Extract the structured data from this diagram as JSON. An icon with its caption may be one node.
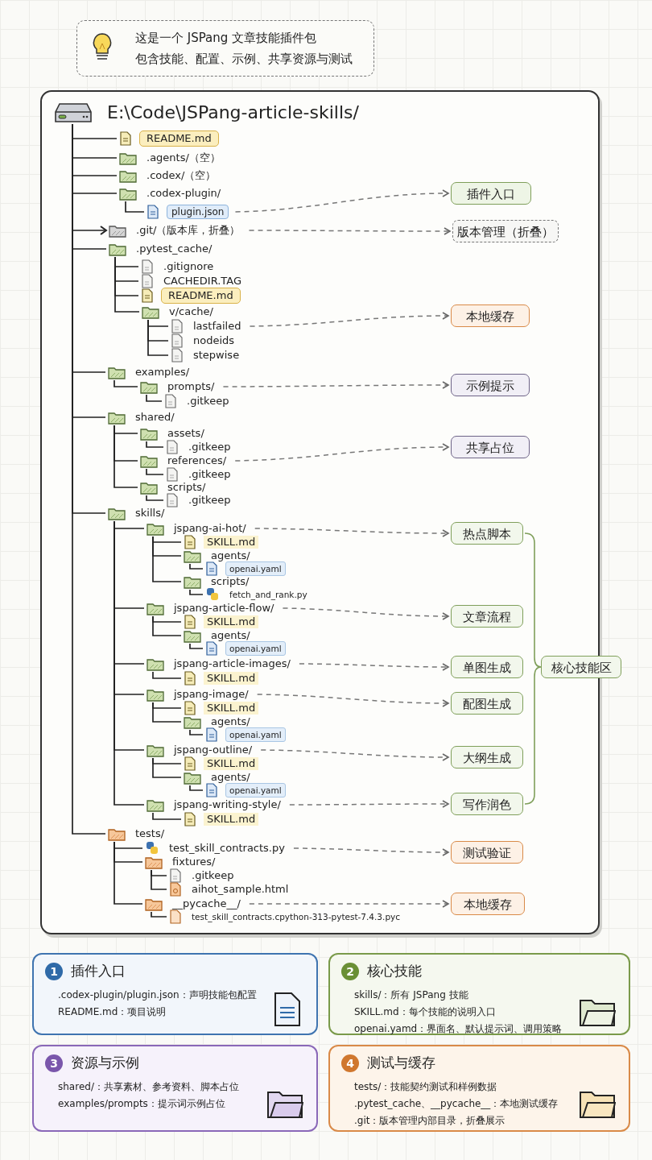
{
  "diagram": {
    "nodes": [
      {
        "text": [
          "这是一个 JSPang 文章技能插件包",
          "包含技能、配置、示例、共享资源与测试"
        ]
      },
      {
        "text": [
          "E:\\Code\\JSPang-article-skills/"
        ]
      },
      {
        "text": [
          "README.md"
        ]
      },
      {
        "text": [
          ".agents/（空）"
        ]
      },
      {
        "text": [
          ".codex/（空）"
        ]
      },
      {
        "text": [
          ".codex-plugin/"
        ]
      },
      {
        "text": [
          "plugin.json"
        ]
      },
      {
        "text": [
          ".git/（版本库，折叠）"
        ]
      },
      {
        "text": [
          ".pytest_cache/"
        ]
      },
      {
        "text": [
          ".gitignore"
        ]
      },
      {
        "text": [
          "CACHEDIR.TAG"
        ]
      },
      {
        "text": [
          "README.md"
        ]
      },
      {
        "text": [
          "v/cache/"
        ]
      },
      {
        "text": [
          "lastfailed"
        ]
      },
      {
        "text": [
          "nodeids"
        ]
      },
      {
        "text": [
          "stepwise"
        ]
      },
      {
        "text": [
          "examples/"
        ]
      },
      {
        "text": [
          "prompts/"
        ]
      },
      {
        "text": [
          ".gitkeep"
        ]
      },
      {
        "text": [
          "shared/"
        ]
      },
      {
        "text": [
          "assets/"
        ]
      },
      {
        "text": [
          ".gitkeep"
        ]
      },
      {
        "text": [
          "references/"
        ]
      },
      {
        "text": [
          ".gitkeep"
        ]
      },
      {
        "text": [
          "scripts/"
        ]
      },
      {
        "text": [
          ".gitkeep"
        ]
      },
      {
        "text": [
          "skills/"
        ]
      },
      {
        "text": [
          "jspang-ai-hot/"
        ]
      },
      {
        "text": [
          "SKILL.md"
        ]
      },
      {
        "text": [
          "agents/"
        ]
      },
      {
        "text": [
          "openai.yaml"
        ]
      },
      {
        "text": [
          "scripts/"
        ]
      },
      {
        "text": [
          "fetch_and_rank.py"
        ]
      },
      {
        "text": [
          "jspang-article-flow/"
        ]
      },
      {
        "text": [
          "SKILL.md"
        ]
      },
      {
        "text": [
          "agents/"
        ]
      },
      {
        "text": [
          "openai.yaml"
        ]
      },
      {
        "text": [
          "jspang-article-images/"
        ]
      },
      {
        "text": [
          "SKILL.md"
        ]
      },
      {
        "text": [
          "jspang-image/"
        ]
      },
      {
        "text": [
          "SKILL.md"
        ]
      },
      {
        "text": [
          "agents/"
        ]
      },
      {
        "text": [
          "openai.yaml"
        ]
      },
      {
        "text": [
          "jspang-outline/"
        ]
      },
      {
        "text": [
          "SKILL.md"
        ]
      },
      {
        "text": [
          "agents/"
        ]
      },
      {
        "text": [
          "openai.yaml"
        ]
      },
      {
        "text": [
          "jspang-writing-style/"
        ]
      },
      {
        "text": [
          "SKILL.md"
        ]
      },
      {
        "text": [
          "tests/"
        ]
      },
      {
        "text": [
          "test_skill_contracts.py"
        ]
      },
      {
        "text": [
          "fixtures/"
        ]
      },
      {
        "text": [
          ".gitkeep"
        ]
      },
      {
        "text": [
          "aihot_sample.html"
        ]
      },
      {
        "text": [
          "__pycache__/"
        ]
      },
      {
        "text": [
          "test_skill_contracts.cpython-313-pytest-7.4.3.pyc"
        ]
      },
      {
        "text": [
          "插件入口"
        ]
      },
      {
        "text": [
          "版本管理（折叠）"
        ]
      },
      {
        "text": [
          "本地缓存"
        ]
      },
      {
        "text": [
          "示例提示"
        ]
      },
      {
        "text": [
          "共享占位"
        ]
      },
      {
        "text": [
          "热点脚本"
        ]
      },
      {
        "text": [
          "文章流程"
        ]
      },
      {
        "text": [
          "单图生成"
        ]
      },
      {
        "text": [
          "配图生成"
        ]
      },
      {
        "text": [
          "大纲生成"
        ]
      },
      {
        "text": [
          "写作润色"
        ]
      },
      {
        "text": [
          "核心技能区"
        ]
      },
      {
        "text": [
          "测试验证"
        ]
      },
      {
        "text": [
          "本地缓存"
        ]
      },
      {
        "text": [
          "1",
          "插件入口",
          ".codex-plugin/plugin.json：声明技能包配置",
          "README.md：项目说明"
        ]
      },
      {
        "text": [
          "2",
          "核心技能",
          "skills/：所有 JSPang 技能",
          "SKILL.md：每个技能的说明入口",
          "openai.yamd：界面名、默认提示词、调用策略"
        ]
      },
      {
        "text": [
          "3",
          "资源与示例",
          "shared/：共享素材、参考资料、脚本占位",
          "examples/prompts：提示词示例占位"
        ]
      },
      {
        "text": [
          "4",
          "测试与缓存",
          "tests/：技能契约测试和样例数据",
          ".pytest_cache、__pycache__：本地测试缓存",
          ".git：版本管理内部目录，折叠展示"
        ]
      }
    ],
    "edges": [
      {
        "from": 1,
        "to": 2,
        "arrow": "none"
      },
      {
        "from": 1,
        "to": 3,
        "arrow": "none"
      },
      {
        "from": 1,
        "to": 4,
        "arrow": "none"
      },
      {
        "from": 1,
        "to": 5,
        "arrow": "none"
      },
      {
        "from": 5,
        "to": 6,
        "arrow": "none"
      },
      {
        "from": 1,
        "to": 7,
        "arrow": "to"
      },
      {
        "from": 1,
        "to": 8,
        "arrow": "none"
      },
      {
        "from": 8,
        "to": 9,
        "arrow": "none"
      },
      {
        "from": 8,
        "to": 10,
        "arrow": "none"
      },
      {
        "from": 8,
        "to": 11,
        "arrow": "none"
      },
      {
        "from": 8,
        "to": 12,
        "arrow": "none"
      },
      {
        "from": 12,
        "to": 13,
        "arrow": "none"
      },
      {
        "from": 12,
        "to": 14,
        "arrow": "none"
      },
      {
        "from": 12,
        "to": 15,
        "arrow": "none"
      },
      {
        "from": 1,
        "to": 16,
        "arrow": "none"
      },
      {
        "from": 16,
        "to": 17,
        "arrow": "none"
      },
      {
        "from": 17,
        "to": 18,
        "arrow": "none"
      },
      {
        "from": 1,
        "to": 19,
        "arrow": "none"
      },
      {
        "from": 19,
        "to": 20,
        "arrow": "none"
      },
      {
        "from": 20,
        "to": 21,
        "arrow": "none"
      },
      {
        "from": 19,
        "to": 22,
        "arrow": "none"
      },
      {
        "from": 22,
        "to": 23,
        "arrow": "none"
      },
      {
        "from": 19,
        "to": 24,
        "arrow": "none"
      },
      {
        "from": 24,
        "to": 25,
        "arrow": "none"
      },
      {
        "from": 1,
        "to": 26,
        "arrow": "none"
      },
      {
        "from": 26,
        "to": 27,
        "arrow": "none"
      },
      {
        "from": 27,
        "to": 28,
        "arrow": "none"
      },
      {
        "from": 27,
        "to": 29,
        "arrow": "none"
      },
      {
        "from": 29,
        "to": 30,
        "arrow": "none"
      },
      {
        "from": 27,
        "to": 31,
        "arrow": "none"
      },
      {
        "from": 31,
        "to": 32,
        "arrow": "none"
      },
      {
        "from": 26,
        "to": 33,
        "arrow": "none"
      },
      {
        "from": 33,
        "to": 34,
        "arrow": "none"
      },
      {
        "from": 33,
        "to": 35,
        "arrow": "none"
      },
      {
        "from": 35,
        "to": 36,
        "arrow": "none"
      },
      {
        "from": 26,
        "to": 37,
        "arrow": "none"
      },
      {
        "from": 37,
        "to": 38,
        "arrow": "none"
      },
      {
        "from": 26,
        "to": 39,
        "arrow": "none"
      },
      {
        "from": 39,
        "to": 40,
        "arrow": "none"
      },
      {
        "from": 39,
        "to": 41,
        "arrow": "none"
      },
      {
        "from": 41,
        "to": 42,
        "arrow": "none"
      },
      {
        "from": 26,
        "to": 43,
        "arrow": "none"
      },
      {
        "from": 43,
        "to": 44,
        "arrow": "none"
      },
      {
        "from": 43,
        "to": 45,
        "arrow": "none"
      },
      {
        "from": 45,
        "to": 46,
        "arrow": "none"
      },
      {
        "from": 26,
        "to": 47,
        "arrow": "none"
      },
      {
        "from": 47,
        "to": 48,
        "arrow": "none"
      },
      {
        "from": 1,
        "to": 49,
        "arrow": "none"
      },
      {
        "from": 49,
        "to": 50,
        "arrow": "none"
      },
      {
        "from": 49,
        "to": 51,
        "arrow": "none"
      },
      {
        "from": 51,
        "to": 52,
        "arrow": "none"
      },
      {
        "from": 51,
        "to": 53,
        "arrow": "none"
      },
      {
        "from": 49,
        "to": 54,
        "arrow": "none"
      },
      {
        "from": 54,
        "to": 55,
        "arrow": "none"
      },
      {
        "from": 6,
        "to": 56,
        "arrow": "to",
        "style": "dashed"
      },
      {
        "from": 7,
        "to": 57,
        "arrow": "to",
        "style": "dashed"
      },
      {
        "from": 13,
        "to": 58,
        "arrow": "to",
        "style": "dashed"
      },
      {
        "from": 17,
        "to": 59,
        "arrow": "to",
        "style": "dashed"
      },
      {
        "from": 22,
        "to": 60,
        "arrow": "to",
        "style": "dashed"
      },
      {
        "from": 27,
        "to": 61,
        "arrow": "to",
        "style": "dashed"
      },
      {
        "from": 33,
        "to": 62,
        "arrow": "to",
        "style": "dashed"
      },
      {
        "from": 37,
        "to": 63,
        "arrow": "to",
        "style": "dashed"
      },
      {
        "from": 39,
        "to": 64,
        "arrow": "to",
        "style": "dashed"
      },
      {
        "from": 43,
        "to": 65,
        "arrow": "to",
        "style": "dashed"
      },
      {
        "from": 47,
        "to": 66,
        "arrow": "to",
        "style": "dashed"
      },
      {
        "from": 50,
        "to": 68,
        "arrow": "to",
        "style": "dashed"
      },
      {
        "from": 54,
        "to": 69,
        "arrow": "to",
        "style": "dashed"
      }
    ]
  }
}
